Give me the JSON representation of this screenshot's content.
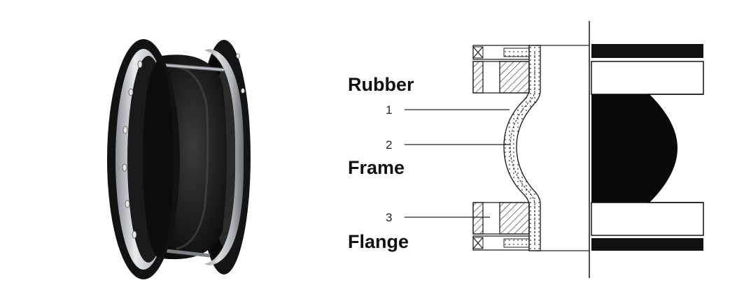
{
  "labels": {
    "rubber": "Rubber",
    "frame": "Frame",
    "flange": "Flange"
  },
  "callouts": [
    "1",
    "2",
    "3"
  ],
  "colors": {
    "rubber_black": "#111111",
    "steel": "#c9ccd0",
    "hatch": "#333333"
  }
}
